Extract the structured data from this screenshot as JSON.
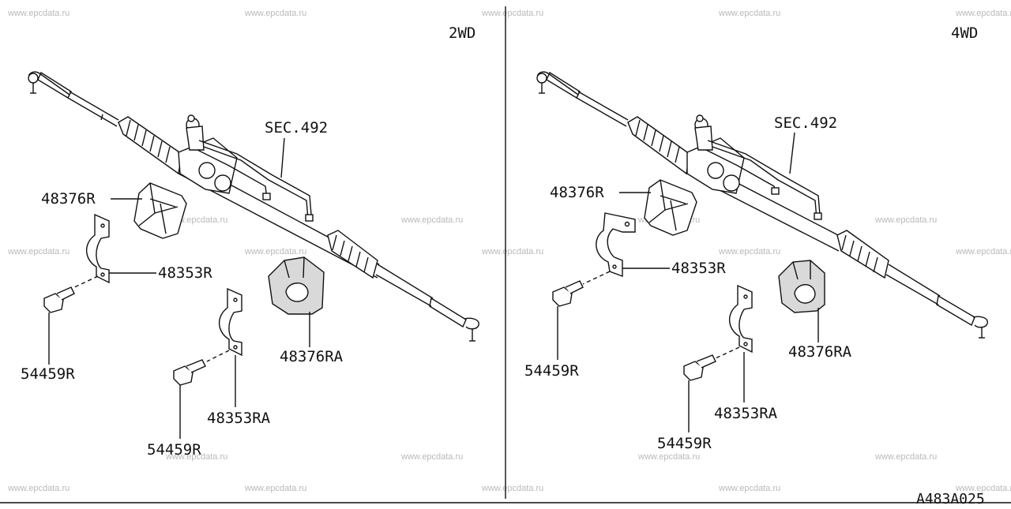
{
  "diagram_code": "A483A025",
  "watermark": "www.epcdata.ru",
  "panels": [
    {
      "title": "2WD",
      "section_ref": "SEC.492",
      "labels": [
        "48376R",
        "48353R",
        "54459R",
        "48376RA",
        "48353RA",
        "54459R"
      ]
    },
    {
      "title": "4WD",
      "section_ref": "SEC.492",
      "labels": [
        "48376R",
        "48353R",
        "54459R",
        "48376RA",
        "48353RA",
        "54459R"
      ]
    }
  ]
}
